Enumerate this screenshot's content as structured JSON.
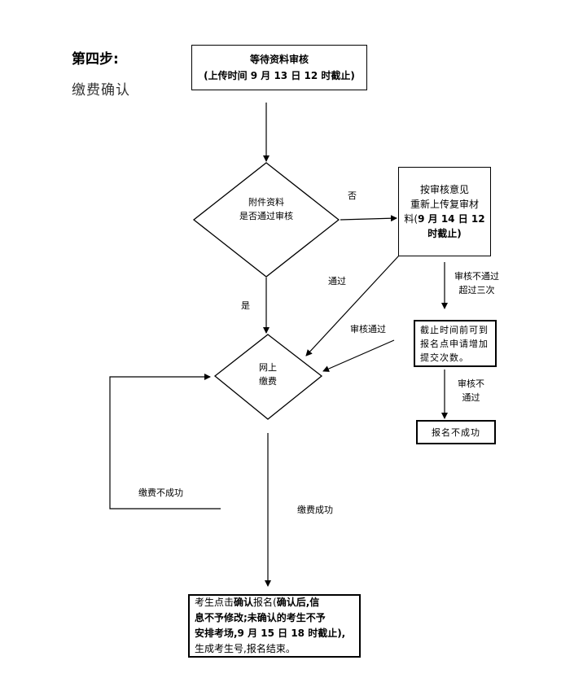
{
  "heading": {
    "step": "第四步:",
    "subtitle": "缴费确认"
  },
  "nodes": {
    "wait": {
      "line1": "等待资料审核",
      "line2": "(上传时间 9 月 13 日 12 时截止)"
    },
    "review": {
      "line1": "附件资料",
      "line2": "是否通过审核"
    },
    "resubmit": {
      "line1": "按审核意见",
      "line2": "重新上传复审材",
      "line3a": "料(",
      "line3b": "9 月 14 日 12",
      "line4": "时截止)"
    },
    "pay": {
      "line1": "网上",
      "line2": "缴费"
    },
    "deadline": {
      "line1": "截止时间前可到",
      "line2": "报名点申请增加",
      "line3": "提交次数。"
    },
    "fail": {
      "text": "报名不成功"
    },
    "confirm": {
      "l1a": "考生点击",
      "l1b": "确认",
      "l1c": "报名(",
      "l1d": "确认后,信",
      "l2": "息不予修改;未确认的考生不予",
      "l3": "安排考场,9 月 15 日 18 时截止),",
      "l4": "生成考生号,报名结束。"
    }
  },
  "edges": {
    "no": "否",
    "yes": "是",
    "pass": "通过",
    "review_pass": "审核通过",
    "fail_thrice_1": "审核不通过",
    "fail_thrice_2": "超过三次",
    "fail_1": "审核不",
    "fail_2": "通过",
    "pay_fail": "缴费不成功",
    "pay_success": "缴费成功"
  }
}
